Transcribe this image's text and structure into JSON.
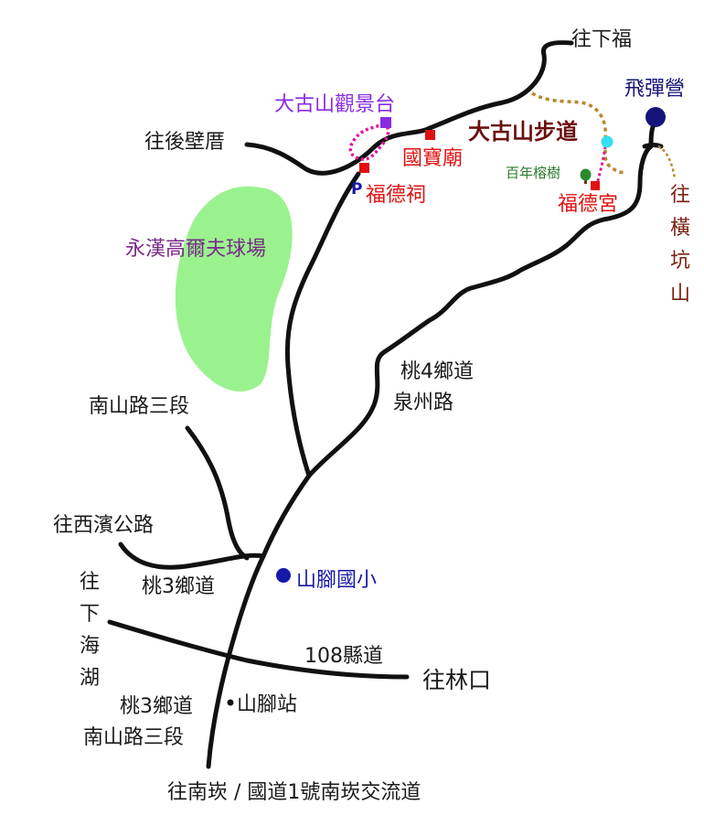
{
  "map": {
    "labels": {
      "to_xiafu": "往下福",
      "to_houbiqi": "往後壁厝",
      "dagushan_observation_deck": "大古山觀景台",
      "guobao_temple": "國寶廟",
      "fude_shrine": "福德祠",
      "parking": "P",
      "dagushan_trail": "大古山步道",
      "banyan_tree": "百年榕樹",
      "fude_palace": "福德宮",
      "missile_camp": "飛彈營",
      "to_henggengshan": [
        "往",
        "橫",
        "坑",
        "山"
      ],
      "golf_course": "永漢高爾夫球場",
      "taoyuan_rd4": "桃4鄉道",
      "quanzhou_rd": "泉州路",
      "nanshan_rd_sec3_upper": "南山路三段",
      "to_xibin_hwy": "往西濱公路",
      "taoyuan_rd3_upper": "桃3鄉道",
      "shanjiao_elementary": "山腳國小",
      "to_xiahaihu": [
        "往",
        "下",
        "海",
        "湖"
      ],
      "county_rd_108": "108縣道",
      "to_linkou": "往林口",
      "taoyuan_rd3_lower": "桃3鄉道",
      "shanjiao_station": "山腳站",
      "nanshan_rd_sec3_lower": "南山路三段",
      "to_nankan": "往南崁 / 國道1號南崁交流道"
    },
    "colors": {
      "road": "#111111",
      "golf": "#9af28e",
      "trail": "#b8862a",
      "path_magenta": "#e0189a",
      "red_marker": "#e01010",
      "purple_marker": "#8a2be2",
      "navy": "#14147a",
      "cyan": "#33e0f0",
      "tree_green": "#2a8a2a",
      "golf_label": "#7a2a8a",
      "trail_label": "#6b1010",
      "blue_label": "#1818a8",
      "henggeng_label": "#7a2010",
      "banyan_label": "#2a7a2a"
    }
  }
}
